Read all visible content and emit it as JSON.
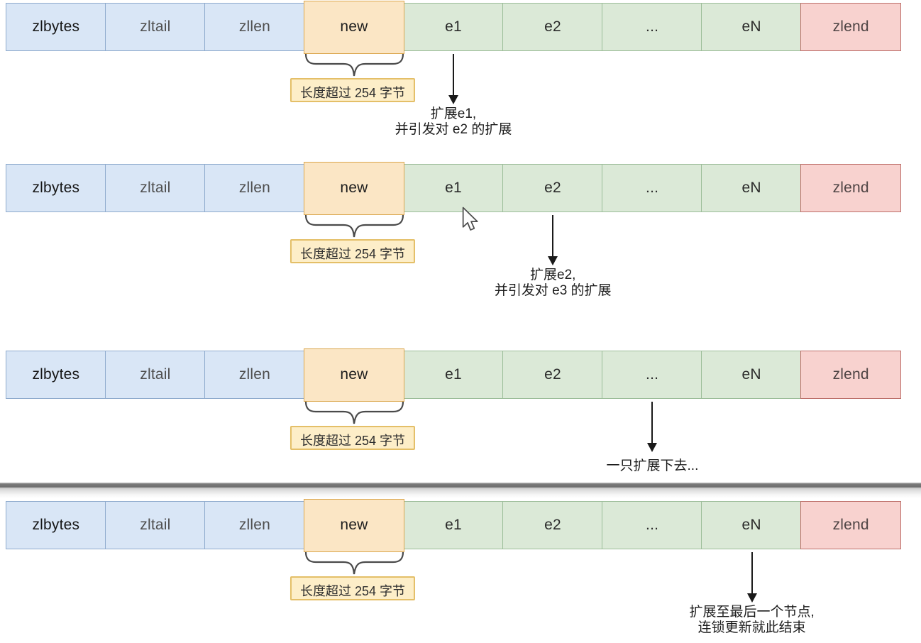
{
  "diagram": {
    "title_semantic": "ziplist cascade update",
    "cells": [
      {
        "id": "zlbytes",
        "label": "zlbytes",
        "type": "blue",
        "text_color": "#161616"
      },
      {
        "id": "zltail",
        "label": "zltail",
        "type": "blue"
      },
      {
        "id": "zllen",
        "label": "zllen",
        "type": "blue"
      },
      {
        "id": "new",
        "label": "new",
        "type": "orange"
      },
      {
        "id": "e1",
        "label": "e1",
        "type": "green"
      },
      {
        "id": "e2",
        "label": "e2",
        "type": "green"
      },
      {
        "id": "dots",
        "label": "...",
        "type": "green"
      },
      {
        "id": "eN",
        "label": "eN",
        "type": "green"
      },
      {
        "id": "zlend",
        "label": "zlend",
        "type": "red"
      }
    ],
    "brace_label": "长度超过 254 字节",
    "rows": [
      {
        "arrow_cell_index": 4,
        "caption_lines": [
          "扩展e1,",
          "并引发对 e2 的扩展"
        ]
      },
      {
        "arrow_cell_index": 5,
        "caption_lines": [
          "扩展e2,",
          "并引发对 e3 的扩展"
        ]
      },
      {
        "arrow_cell_index": 6,
        "caption_lines": [
          "一只扩展下去..."
        ]
      },
      {
        "arrow_cell_index": 7,
        "caption_lines": [
          "扩展至最后一个节点,",
          "连锁更新就此结束"
        ]
      }
    ]
  },
  "palette": {
    "blue": {
      "fill": "#d9e6f6",
      "border": "#8fabcd",
      "text": "#4f4f4f"
    },
    "orange": {
      "fill": "#fbe6c5",
      "border": "#dba74e",
      "text": "#1f1f1f"
    },
    "green": {
      "fill": "#dbe9d7",
      "border": "#9cbd99",
      "text": "#2b2b2b"
    },
    "red": {
      "fill": "#f8d2cf",
      "border": "#bd6f6a",
      "text": "#4e4444"
    },
    "label_box": {
      "fill": "#fdeec8",
      "border": "#e4bf68",
      "text": "#2e2e2e"
    },
    "arrow_color": "#1a1a1a",
    "brace_color": "#4a4a4a"
  }
}
